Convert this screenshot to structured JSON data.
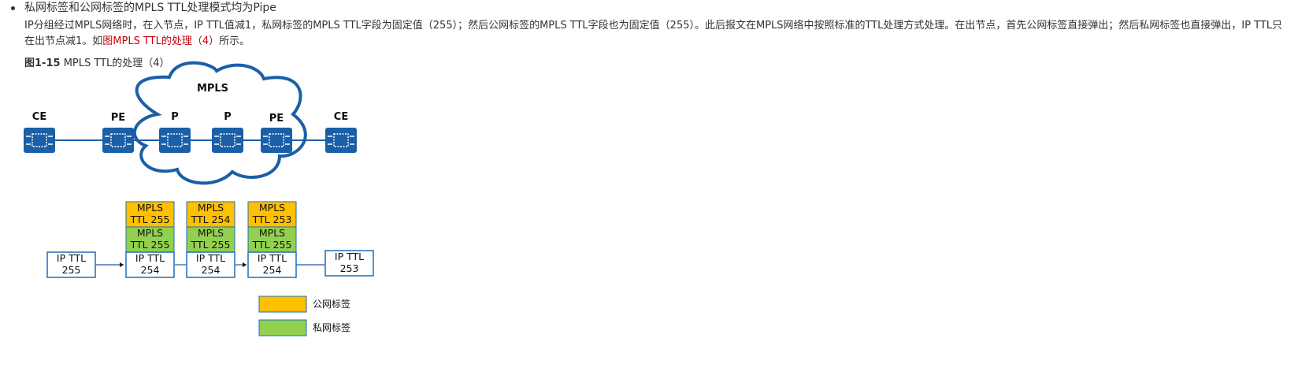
{
  "bullet": {
    "heading": "私网标签和公网标签的MPLS TTL处理模式均为Pipe",
    "paragraph_before_link": "IP分组经过MPLS网络时，在入节点，IP TTL值减1，私网标签的MPLS TTL字段为固定值（255）；然后公网标签的MPLS TTL字段也为固定值（255）。此后报文在MPLS网络中按照标准的TTL处理方式处理。在出节点，首先公网标签直接弹出；然后私网标签也直接弹出，IP TTL只在出节点减1。如",
    "link_text": "图MPLS TTL的处理（4）",
    "paragraph_after_link": "所示。"
  },
  "figure": {
    "number": "图1-15",
    "title": "MPLS TTL的处理（4）"
  },
  "topology": {
    "cloud_label": "MPLS",
    "devices": [
      "CE",
      "PE",
      "P",
      "P",
      "PE",
      "CE"
    ]
  },
  "ttl_stacks": [
    {
      "rows": [
        {
          "text": [
            "IP TTL",
            "255"
          ],
          "kind": "ip"
        }
      ]
    },
    {
      "rows": [
        {
          "text": [
            "MPLS",
            "TTL 255"
          ],
          "kind": "public"
        },
        {
          "text": [
            "MPLS",
            "TTL 255"
          ],
          "kind": "private"
        },
        {
          "text": [
            "IP TTL",
            "254"
          ],
          "kind": "ip"
        }
      ]
    },
    {
      "rows": [
        {
          "text": [
            "MPLS",
            "TTL 254"
          ],
          "kind": "public"
        },
        {
          "text": [
            "MPLS",
            "TTL 255"
          ],
          "kind": "private"
        },
        {
          "text": [
            "IP TTL",
            "254"
          ],
          "kind": "ip"
        }
      ]
    },
    {
      "rows": [
        {
          "text": [
            "MPLS",
            "TTL 253"
          ],
          "kind": "public"
        },
        {
          "text": [
            "MPLS",
            "TTL 255"
          ],
          "kind": "private"
        },
        {
          "text": [
            "IP TTL",
            "254"
          ],
          "kind": "ip"
        }
      ]
    },
    {
      "rows": [
        {
          "text": [
            "IP TTL",
            "253"
          ],
          "kind": "ip"
        }
      ]
    }
  ],
  "legend": [
    {
      "label": "公网标签",
      "kind": "public"
    },
    {
      "label": "私网标签",
      "kind": "private"
    }
  ],
  "colors": {
    "device": "#1a5fa8",
    "cloud_stroke": "#1a5fa8",
    "public_label": "#ffc000",
    "private_label": "#92d050",
    "ip_box_border": "#1f6fb5",
    "link": "#c7000b",
    "text": "#333333"
  }
}
